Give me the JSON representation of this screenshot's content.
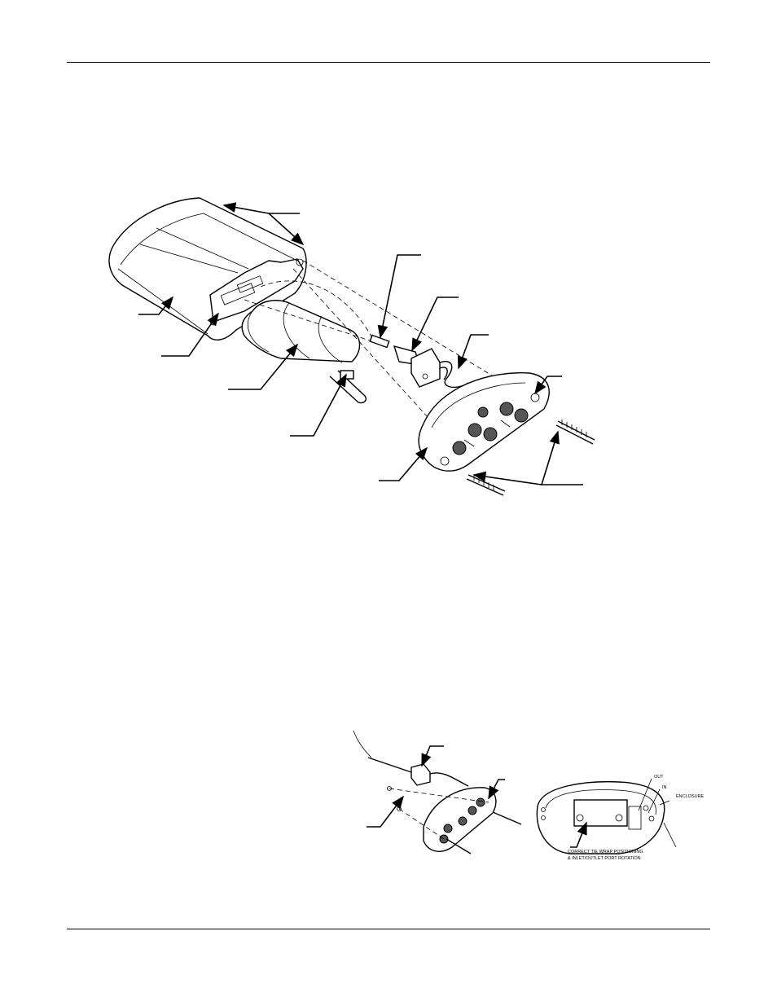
{
  "inset_right_callouts": {
    "out": "OUT",
    "in": "IN",
    "enclosure": "ENCLOSURE",
    "note_line1": "CORRECT TIE WRAP POSITIONING",
    "note_line2": "& INLET/OUTLET PORT ROTATION"
  }
}
